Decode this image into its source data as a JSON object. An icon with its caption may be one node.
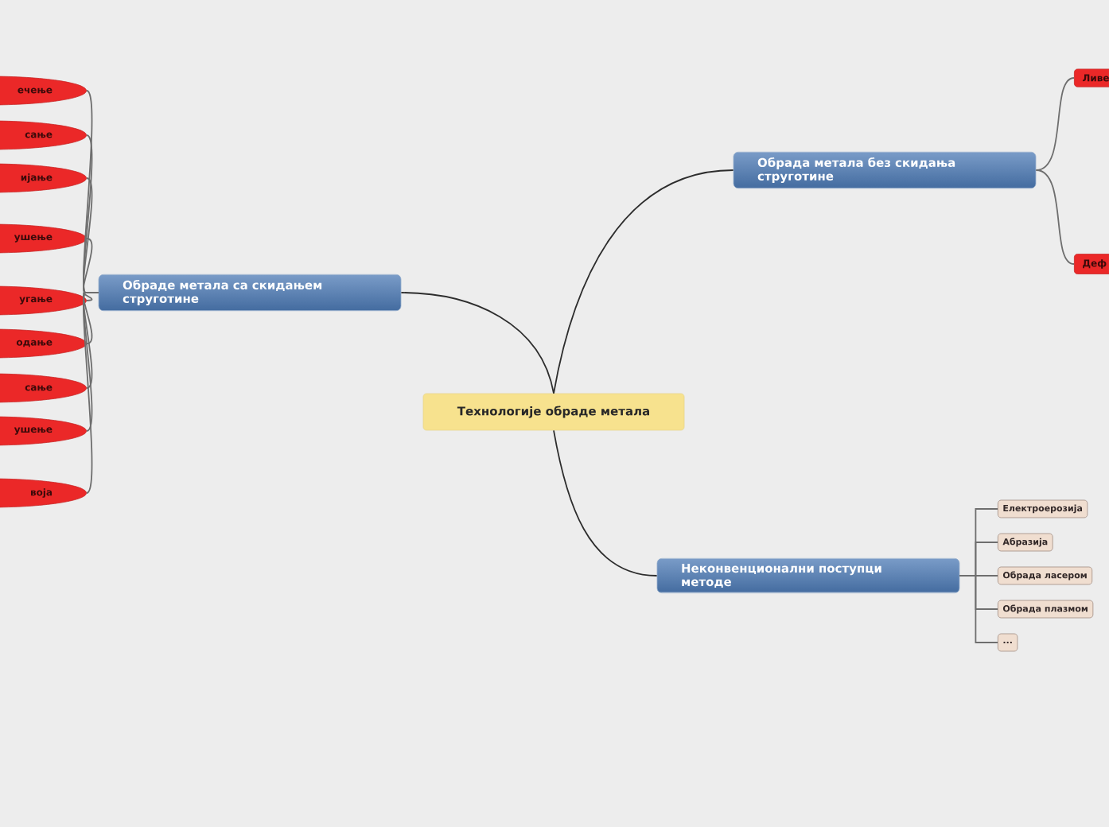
{
  "diagram": {
    "nodes": [
      {
        "text": [
          "Технологије обраде метала"
        ]
      },
      {
        "text": [
          "Обраде метала са скидањем струготине"
        ]
      },
      {
        "text": [
          "Обрада метала без скидања струготине"
        ]
      },
      {
        "text": [
          "Неконвенционални поступци  методе"
        ]
      },
      {
        "text": [
          "ечење"
        ]
      },
      {
        "text": [
          "сање"
        ]
      },
      {
        "text": [
          "ијање"
        ]
      },
      {
        "text": [
          "ушење"
        ]
      },
      {
        "text": [
          "угање"
        ]
      },
      {
        "text": [
          "одање"
        ]
      },
      {
        "text": [
          "сање"
        ]
      },
      {
        "text": [
          "ушење"
        ]
      },
      {
        "text": [
          "воја"
        ]
      },
      {
        "text": [
          "Ливе"
        ]
      },
      {
        "text": [
          "Деф"
        ]
      },
      {
        "text": [
          "Електроерозија"
        ]
      },
      {
        "text": [
          "Абразија"
        ]
      },
      {
        "text": [
          "Обрада ласером"
        ]
      },
      {
        "text": [
          "Обрада плазмом"
        ]
      },
      {
        "text": [
          "..."
        ]
      }
    ],
    "edges": [
      {
        "from": 0,
        "to": 1,
        "arrow": "none",
        "color": "#2d2d2d"
      },
      {
        "from": 0,
        "to": 2,
        "arrow": "none",
        "color": "#2d2d2d"
      },
      {
        "from": 0,
        "to": 3,
        "arrow": "none",
        "color": "#2d2d2d"
      },
      {
        "from": 1,
        "to": 4,
        "arrow": "none"
      },
      {
        "from": 1,
        "to": 5,
        "arrow": "none"
      },
      {
        "from": 1,
        "to": 6,
        "arrow": "none"
      },
      {
        "from": 1,
        "to": 7,
        "arrow": "none"
      },
      {
        "from": 1,
        "to": 8,
        "arrow": "none"
      },
      {
        "from": 1,
        "to": 9,
        "arrow": "none"
      },
      {
        "from": 1,
        "to": 10,
        "arrow": "none"
      },
      {
        "from": 1,
        "to": 11,
        "arrow": "none"
      },
      {
        "from": 1,
        "to": 12,
        "arrow": "none"
      },
      {
        "from": 2,
        "to": 13,
        "arrow": "none"
      },
      {
        "from": 2,
        "to": 14,
        "arrow": "none"
      },
      {
        "from": 3,
        "to": 15,
        "arrow": "none"
      },
      {
        "from": 3,
        "to": 16,
        "arrow": "none"
      },
      {
        "from": 3,
        "to": 17,
        "arrow": "none"
      },
      {
        "from": 3,
        "to": 18,
        "arrow": "none"
      },
      {
        "from": 3,
        "to": 19,
        "arrow": "none"
      }
    ]
  }
}
